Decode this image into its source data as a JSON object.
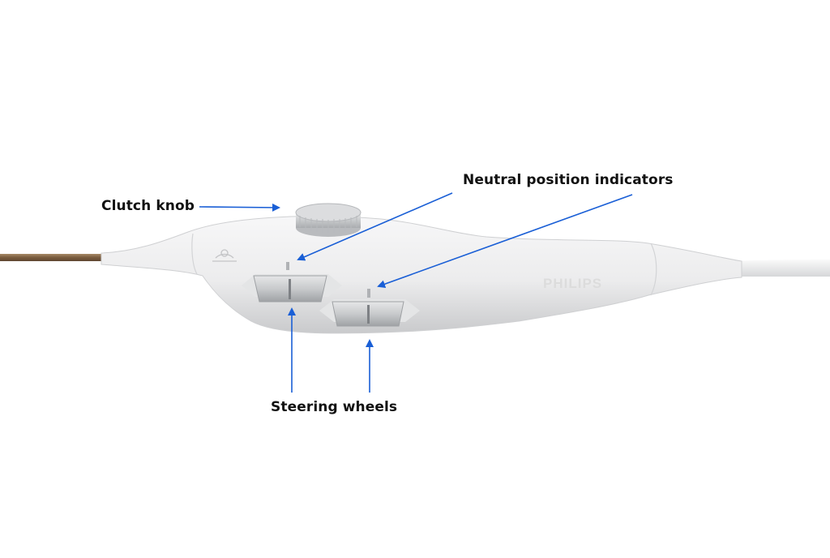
{
  "labels": {
    "clutch_knob": "Clutch knob",
    "neutral_position_indicators": "Neutral position indicators",
    "steering_wheels": "Steering wheels"
  },
  "device": {
    "brand": "PHILIPS"
  },
  "colors": {
    "arrow": "#1a5fd6",
    "body": "#efeff0",
    "wheel": "#cfd1d3",
    "shaft": "#8a6a4a"
  }
}
